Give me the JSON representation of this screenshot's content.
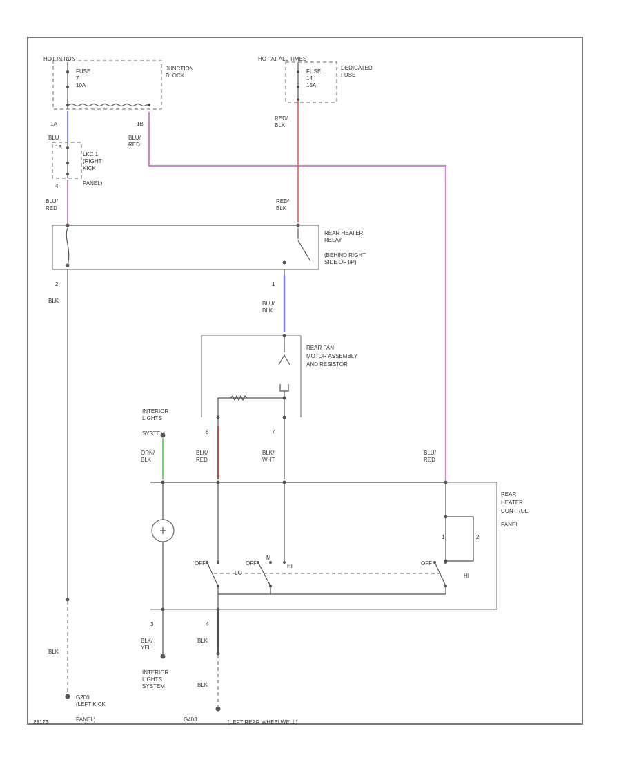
{
  "labels": {
    "hot_in_run": "HOT IN RUN",
    "fuse_left_1": "FUSE",
    "fuse_left_2": "7",
    "fuse_left_3": "10A",
    "junction_block_1": "JUNCTION",
    "junction_block_2": "BLOCK",
    "hot_at_all_times": "HOT AT ALL TIMES",
    "fuse_right_1": "FUSE",
    "fuse_right_2": "14",
    "fuse_right_3": "15A",
    "dedicated_fuse_1": "DEDICATED",
    "dedicated_fuse_2": "FUSE",
    "pin_1a": "1A",
    "blu_left": "BLU",
    "pin_1b": "1B",
    "blu_red_top_1": "BLU/",
    "blu_red_top_2": "RED",
    "red_blk_top_1": "RED/",
    "red_blk_top_2": "BLK",
    "lkc_1": "LKC 1",
    "lkc_2": "(RIGHT",
    "lkc_3": "KICK",
    "lkc_4": "PANEL)",
    "pin_4_left": "4",
    "blu_red_mid_1": "BLU/",
    "blu_red_mid_2": "RED",
    "red_blk_mid_1": "RED/",
    "red_blk_mid_2": "BLK",
    "relay_1": "REAR HEATER",
    "relay_2": "RELAY",
    "relay_3": "(BEHIND RIGHT",
    "relay_4": "SIDE OF I/P)",
    "pin_2_relay": "2",
    "blk_left": "BLK",
    "pin_1_relay": "1",
    "blu_blk_1": "BLU/",
    "blu_blk_2": "BLK",
    "fan_1": "REAR FAN",
    "fan_2": "MOTOR ASSEMBLY",
    "fan_3": "AND RESISTOR",
    "interior_top_1": "INTERIOR",
    "interior_top_2": "LIGHTS",
    "interior_top_3": "SYSTEM",
    "pin_6": "6",
    "pin_7": "7",
    "orn_blk_1": "ORN/",
    "orn_blk_2": "BLK",
    "blk_red_1": "BLK/",
    "blk_red_2": "RED",
    "blk_wht_1": "BLK/",
    "blk_wht_2": "WHT",
    "blu_red_right_1": "BLU/",
    "blu_red_right_2": "RED",
    "panel_1": "REAR",
    "panel_2": "HEATER",
    "panel_3": "CONTROL",
    "panel_4": "PANEL",
    "sw_off_1": "OFF",
    "sw_lo": "LO",
    "sw_off_2": "OFF",
    "sw_m": "M",
    "sw_hi": "HI",
    "sw_off_3": "OFF",
    "sw_hi_right": "HI",
    "pin_3_bottom": "3",
    "pin_4_bottom": "4",
    "blk_yel_1": "BLK/",
    "blk_yel_2": "YEL",
    "blk_bottom_1": "BLK",
    "blk_bottom_2": "BLK",
    "blk_lower_left": "BLK",
    "interior_bottom_1": "INTERIOR",
    "interior_bottom_2": "LIGHTS",
    "interior_bottom_3": "SYSTEM",
    "g200_1": "G200",
    "g200_2": "(LEFT KICK",
    "g200_3": "PANEL)",
    "g403": "G403",
    "left_rear_panel": "(LEFT REAR WHEELWELL)",
    "footer_id": "28173"
  },
  "colors": {
    "blue_wire": "#8080ff",
    "violet_wire": "#cc88cc",
    "red_wire": "#ff7070",
    "green_wire": "#66dd66",
    "dark_red_wire": "#cc4444",
    "mono_wire": "#555555"
  }
}
